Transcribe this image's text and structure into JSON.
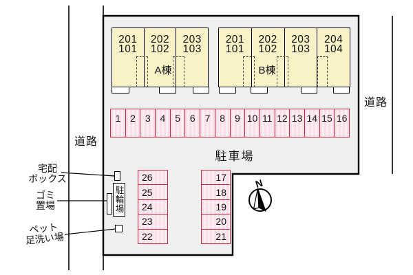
{
  "diagram": {
    "road_left": "道路",
    "road_right": "道路",
    "parking_area": "駐車場",
    "north": "N"
  },
  "buildings": [
    {
      "name": "A棟",
      "units": [
        {
          "upper": "201",
          "lower": "101"
        },
        {
          "upper": "202",
          "lower": "102"
        },
        {
          "upper": "203",
          "lower": "103"
        }
      ]
    },
    {
      "name": "B棟",
      "units": [
        {
          "upper": "201",
          "lower": "101"
        },
        {
          "upper": "202",
          "lower": "102"
        },
        {
          "upper": "203",
          "lower": "103"
        },
        {
          "upper": "204",
          "lower": "104"
        }
      ]
    }
  ],
  "parking": {
    "row": [
      "1",
      "2",
      "3",
      "4",
      "5",
      "6",
      "7",
      "8",
      "9",
      "10",
      "11",
      "12",
      "13",
      "14",
      "15",
      "16"
    ],
    "left_column": [
      "26",
      "25",
      "24",
      "23",
      "22"
    ],
    "right_column": [
      "17",
      "18",
      "19",
      "20",
      "21"
    ]
  },
  "facilities": {
    "delivery_box": [
      "宅配",
      "ボックス"
    ],
    "garbage_area": [
      "ゴミ",
      "置場"
    ],
    "pet_foot_wash": [
      "ペット",
      "足洗い場"
    ],
    "bicycle_parking": "駐輪場"
  },
  "colors": {
    "building_fill": "#f8f2c6",
    "site_fill": "#efefef",
    "parking_border": "#c5293f",
    "parking_fill": "#fbdfe8",
    "parking_stripe": "#fdeef3"
  }
}
